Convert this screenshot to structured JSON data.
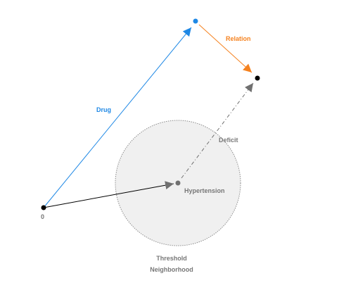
{
  "diagram": {
    "labels": {
      "origin": "0",
      "drug": "Drug",
      "relation": "Relation",
      "deficit": "Deficit",
      "hypertension": "Hypertension",
      "threshold_line1": "Threshold",
      "threshold_line2": "Neighborhood"
    },
    "colors": {
      "drug": "#1e88e5",
      "relation": "#f5821f",
      "origin_vector": "#000000",
      "hypertension_vector": "#707070",
      "deficit_vector": "#707070",
      "threshold_fill": "#f0f0f0",
      "threshold_border": "#8c8c8c",
      "label_gray": "#777777",
      "point_black": "#000000"
    }
  }
}
